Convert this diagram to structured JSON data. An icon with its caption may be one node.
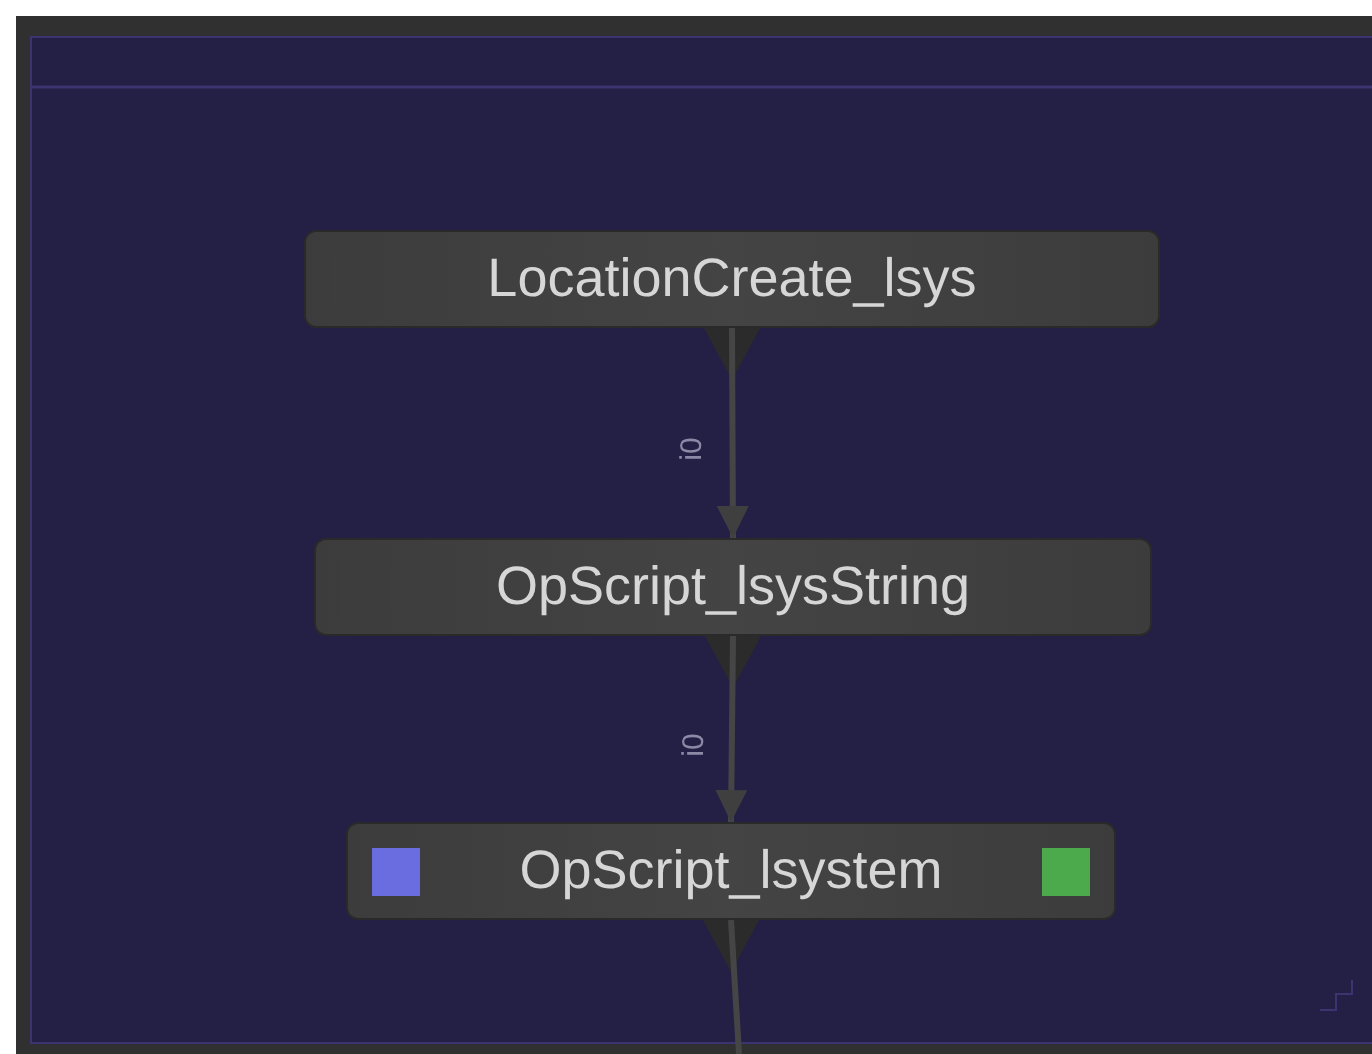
{
  "diagram": {
    "nodes": [
      {
        "text": [
          "LocationCreate_lsys"
        ]
      },
      {
        "text": [
          "OpScript_lsysString"
        ]
      },
      {
        "text": [
          "OpScript_lsystem"
        ]
      }
    ],
    "edges": [
      {
        "from": 0,
        "to": 1,
        "arrow": "to",
        "label": "i0"
      },
      {
        "from": 1,
        "to": 2,
        "arrow": "to",
        "label": "i0"
      },
      {
        "from": 2,
        "to": null,
        "arrow": "none"
      }
    ]
  }
}
